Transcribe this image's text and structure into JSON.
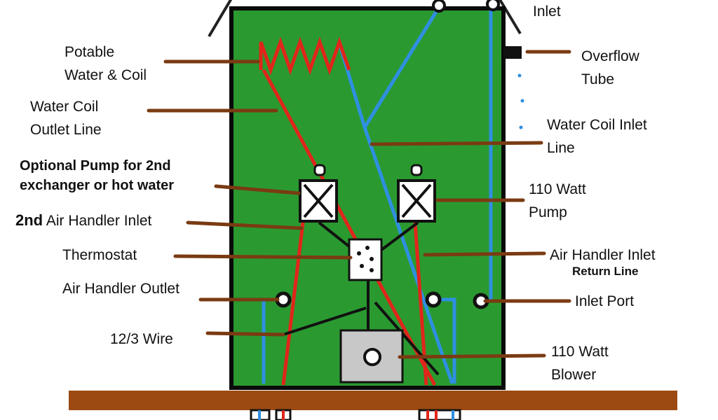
{
  "labels": {
    "inlet": "Inlet",
    "potable_water_coil": [
      "Potable",
      "Water & Coil"
    ],
    "water_coil_outlet_line": [
      "Water Coil",
      "Outlet Line"
    ],
    "optional_pump": [
      "Optional Pump for 2nd",
      "exchanger or hot water"
    ],
    "second_air_handler_inlet": {
      "prefix": "2nd",
      "rest": "Air Handler Inlet"
    },
    "thermostat": "Thermostat",
    "air_handler_outlet": "Air Handler Outlet",
    "wire": "12/3 Wire",
    "overflow_tube": [
      "Overflow",
      "Tube"
    ],
    "water_coil_inlet_line": [
      "Water Coil Inlet",
      "Line"
    ],
    "pump_110": [
      "110 Watt",
      "Pump"
    ],
    "air_handler_inlet_return": {
      "main": "Air Handler Inlet",
      "sub": "Return Line"
    },
    "inlet_port": "Inlet Port",
    "blower_110": [
      "110 Watt",
      "Blower"
    ]
  },
  "colors": {
    "tank": "#2a9a30",
    "tank_border": "#0a0a0a",
    "hot_line": "#e0261a",
    "cold_line": "#2f8fe0",
    "leader": "#7a3b12",
    "base": "#9c4a12",
    "blower_box": "#c8c8c8"
  },
  "icons": [
    "pump-symbol",
    "thermostat-symbol",
    "blower-symbol",
    "port-symbol"
  ]
}
